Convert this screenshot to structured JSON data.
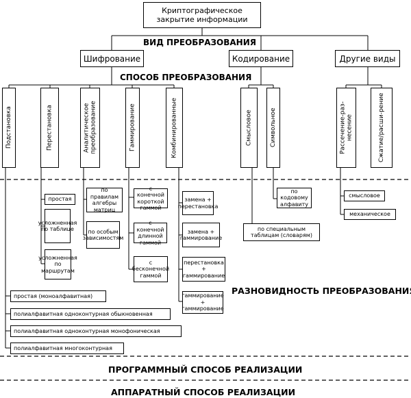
{
  "top": "Криптографическое закрытие информации",
  "headers": {
    "vid": "ВИД ПРЕОБРАЗОВАНИЯ",
    "sposob": "СПОСОБ ПРЕОБРАЗОВАНИЯ",
    "raznovidnost": "РАЗНОВИДНОСТЬ ПРЕОБРАЗОВАНИЯ",
    "programmny": "ПРОГРАММНЫЙ СПОСОБ РЕАЛИЗАЦИИ",
    "apparatny": "АППАРАТНЫЙ СПОСОБ РЕАЛИЗАЦИИ"
  },
  "kinds": {
    "shifrovanie": "Шифрование",
    "kodirovanie": "Кодирование",
    "drugie": "Другие виды"
  },
  "methods": {
    "podstanovka": "Подстановка",
    "perestanovka": "Перестановка",
    "analiticheskoe": "Аналитическое преобразование",
    "gammirovanie": "Гаммирование",
    "kombinirovannye": "Комбинированные",
    "smyslovoe": "Смысловое",
    "simvolnoe": "Символьное",
    "rassechenie": "Рассечение-раз-несение",
    "szhatie": "Сжатие/расши-рение"
  },
  "variants": {
    "prostaya": "простая",
    "uslozh_tabl": "усложненная по таблице",
    "uslozh_marsh": "усложненная по маршрутам",
    "po_pravilam": "по правилам алгебры матриц",
    "po_osobym": "по особым зависимостям",
    "s_konechnoy_korotkoy": "с конечной короткой гаммой",
    "s_konechnoy_dlinnoy": "с конечной длинной гаммой",
    "s_beskonechnoy": "с бесконечной гаммой",
    "zamena_perestanovka": "замена + перестановка",
    "zamena_gammirovanie": "замена + гаммирование",
    "perestanovka_gammirovanie": "перестановка + гаммирование",
    "gammirovanie_gammirovanie": "гаммирование + гаммирование",
    "po_kodovomu": "по кодовому алфавиту",
    "po_spec_tabl": "по специальным таблицам (словарям)",
    "smyslovoe": "смысловое",
    "mehanicheskoe": "механическое",
    "prostaya_mono": "простая (моноалфавитная)",
    "poly_odno": "полиалфавитная одноконтурная обыкновенная",
    "poly_odno_mono": "полиалфавитная одноконтурная монофоническая",
    "poly_mnogo": "полиалфавитная многоконтурная"
  }
}
